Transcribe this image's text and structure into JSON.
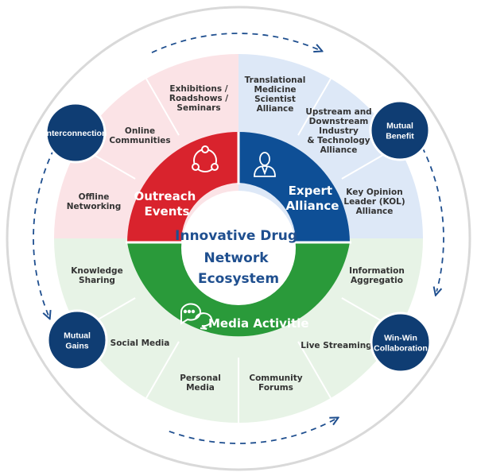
{
  "colors": {
    "outer_ring": "#d9d9d9",
    "pink_bg": "#fbe3e6",
    "blue_bg": "#dde8f7",
    "green_bg": "#e7f3e6",
    "red": "#d9232d",
    "blue": "#0e4f96",
    "green": "#2a9a3a",
    "navy": "#0f3d73",
    "center_text": "#1f4f8f"
  },
  "center": {
    "lines": [
      "Innovative Drug",
      "Network",
      "Ecosystem"
    ]
  },
  "segments": {
    "outreach": {
      "lines": [
        "Outreach",
        "Events"
      ],
      "icon": "network-icon"
    },
    "expert": {
      "lines": [
        "Expert",
        "Alliance"
      ],
      "icon": "person-icon"
    },
    "media": {
      "lines": [
        "Media Activitie"
      ],
      "icon": "chat-icon"
    }
  },
  "outer_labels": [
    {
      "id": "exhibitions",
      "lines": [
        "Exhibitions /",
        "Roadshows /",
        "Seminars"
      ]
    },
    {
      "id": "online-communities",
      "lines": [
        "Online",
        "Communities"
      ]
    },
    {
      "id": "offline-networking",
      "lines": [
        "Offline",
        "Networking"
      ]
    },
    {
      "id": "translational",
      "lines": [
        "Translational",
        "Medicine",
        "Scientist",
        "Alliance"
      ]
    },
    {
      "id": "upstream",
      "lines": [
        "Upstream and",
        "Downstream",
        "Industry",
        "& Technology",
        "Alliance"
      ]
    },
    {
      "id": "kol",
      "lines": [
        "Key Opinion",
        "Leader (KOL)",
        "Alliance"
      ]
    },
    {
      "id": "knowledge-sharing",
      "lines": [
        "Knowledge",
        "Sharing"
      ]
    },
    {
      "id": "social-media",
      "lines": [
        "Social Media"
      ]
    },
    {
      "id": "personal-media",
      "lines": [
        "Personal",
        "Media"
      ]
    },
    {
      "id": "community-forums",
      "lines": [
        "Community",
        "Forums"
      ]
    },
    {
      "id": "live-streaming",
      "lines": [
        "Live Streaming"
      ]
    },
    {
      "id": "information-aggregatio",
      "lines": [
        "Information",
        "Aggregatio"
      ]
    }
  ],
  "nodes": [
    {
      "id": "interconnection",
      "lines": [
        "Interconnection"
      ]
    },
    {
      "id": "mutual-benefit",
      "lines": [
        "Mutual",
        "Benefit"
      ]
    },
    {
      "id": "mutual-gains",
      "lines": [
        "Mutual",
        "Gains"
      ]
    },
    {
      "id": "win-win-collaboration",
      "lines": [
        "Win-Win",
        "Collaboration"
      ]
    }
  ]
}
